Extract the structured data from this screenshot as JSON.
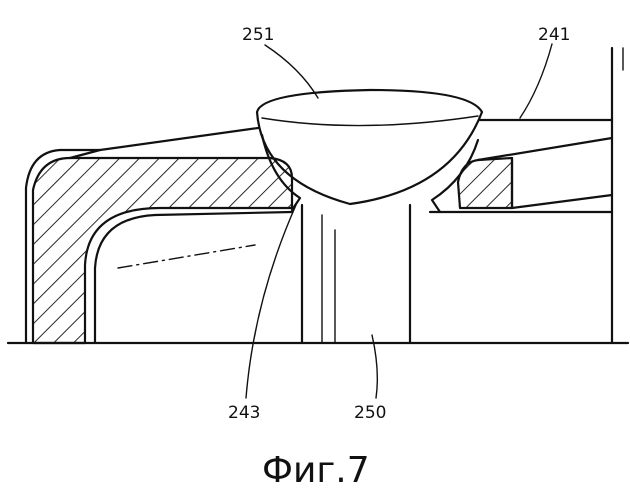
{
  "labels": {
    "cap_ball": "251",
    "body_part": "241",
    "gap": "243",
    "stem": "250"
  },
  "caption": "Фиг.7"
}
